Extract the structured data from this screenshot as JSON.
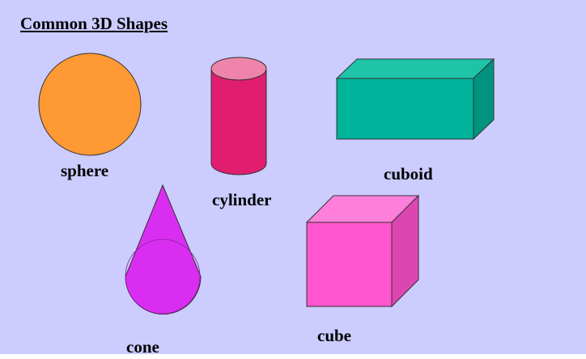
{
  "slide": {
    "title": "Common 3D Shapes",
    "background": "#ccccff"
  },
  "shapes": {
    "sphere": {
      "label": "sphere",
      "color": "#ff9933"
    },
    "cylinder": {
      "label": "cylinder",
      "body_color": "#e11d6f",
      "top_color": "#ef84aa"
    },
    "cuboid": {
      "label": "cuboid",
      "front_color": "#00b39b",
      "top_color": "#1dc4a8",
      "side_color": "#009480"
    },
    "cone": {
      "label": "cone",
      "color": "#d92ef2"
    },
    "cube": {
      "label": "cube",
      "front_color": "#ff55cf",
      "top_color": "#ff80da",
      "side_color": "#dc46b2"
    }
  }
}
